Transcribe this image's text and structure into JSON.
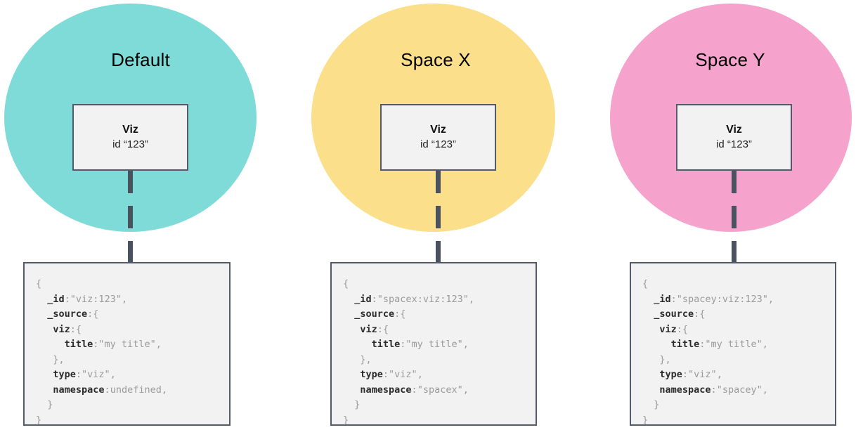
{
  "columns": [
    {
      "id": "default",
      "title": "Default",
      "circle_color": "#7FDBD8",
      "node": {
        "title": "Viz",
        "subtitle": "id “123”"
      },
      "connector": "dashed-line",
      "document": {
        "id_key": "_id",
        "id_value": "\"viz:123\"",
        "source_key": "_source",
        "viz_key": "viz",
        "title_key": "title",
        "title_value": "\"my title\"",
        "type_key": "type",
        "type_value": "\"viz\"",
        "namespace_key": "namespace",
        "namespace_value": "undefined"
      }
    },
    {
      "id": "spacex",
      "title": "Space X",
      "circle_color": "#FBDF8A",
      "node": {
        "title": "Viz",
        "subtitle": "id “123”"
      },
      "connector": "dashed-line",
      "document": {
        "id_key": "_id",
        "id_value": "\"spacex:viz:123\"",
        "source_key": "_source",
        "viz_key": "viz",
        "title_key": "title",
        "title_value": "\"my title\"",
        "type_key": "type",
        "type_value": "\"viz\"",
        "namespace_key": "namespace",
        "namespace_value": "\"spacex\""
      }
    },
    {
      "id": "spacey",
      "title": "Space Y",
      "circle_color": "#F5A3CC",
      "node": {
        "title": "Viz",
        "subtitle": "id “123”"
      },
      "connector": "dashed-line",
      "document": {
        "id_key": "_id",
        "id_value": "\"spacey:viz:123\"",
        "source_key": "_source",
        "viz_key": "viz",
        "title_key": "title",
        "title_value": "\"my title\"",
        "type_key": "type",
        "type_value": "\"viz\"",
        "namespace_key": "namespace",
        "namespace_value": "\"spacey\""
      }
    }
  ],
  "punctuation": {
    "open_brace": "{",
    "close_brace": "}",
    "close_brace_comma": "},",
    "colon": ":",
    "colon_open_brace": ":{",
    "comma": ","
  },
  "palette": {
    "background": "#FFFFFF",
    "box_fill": "#F2F2F2",
    "box_border": "#535B6B",
    "connector": "#4A5260",
    "key_text": "#2B2B2B",
    "value_text": "#9A9A9A",
    "title_text": "#000000"
  }
}
